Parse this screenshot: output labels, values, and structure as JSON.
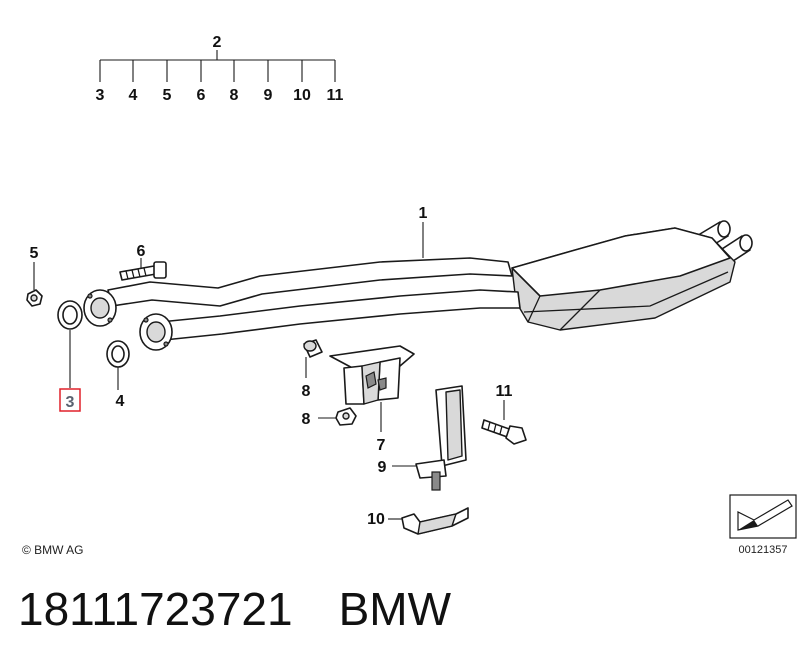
{
  "diagram": {
    "group_label": "2",
    "group_members": [
      "3",
      "4",
      "5",
      "6",
      "8",
      "9",
      "10",
      "11"
    ],
    "callouts": {
      "exhaust_pipe": "1",
      "gasket_ring_left": "3",
      "gasket_ring_right": "4",
      "nut_left": "5",
      "bolt_top": "6",
      "rubber_mount": "8",
      "nut_bottom": "8",
      "bracket": "7",
      "hanger": "9",
      "clamp": "10",
      "bolt_right": "11"
    },
    "highlight_color": "#e0202a",
    "copyright": "© BMW AG",
    "image_code": "00121357"
  },
  "caption": {
    "part_number": "18111723721",
    "brand": "BMW"
  }
}
